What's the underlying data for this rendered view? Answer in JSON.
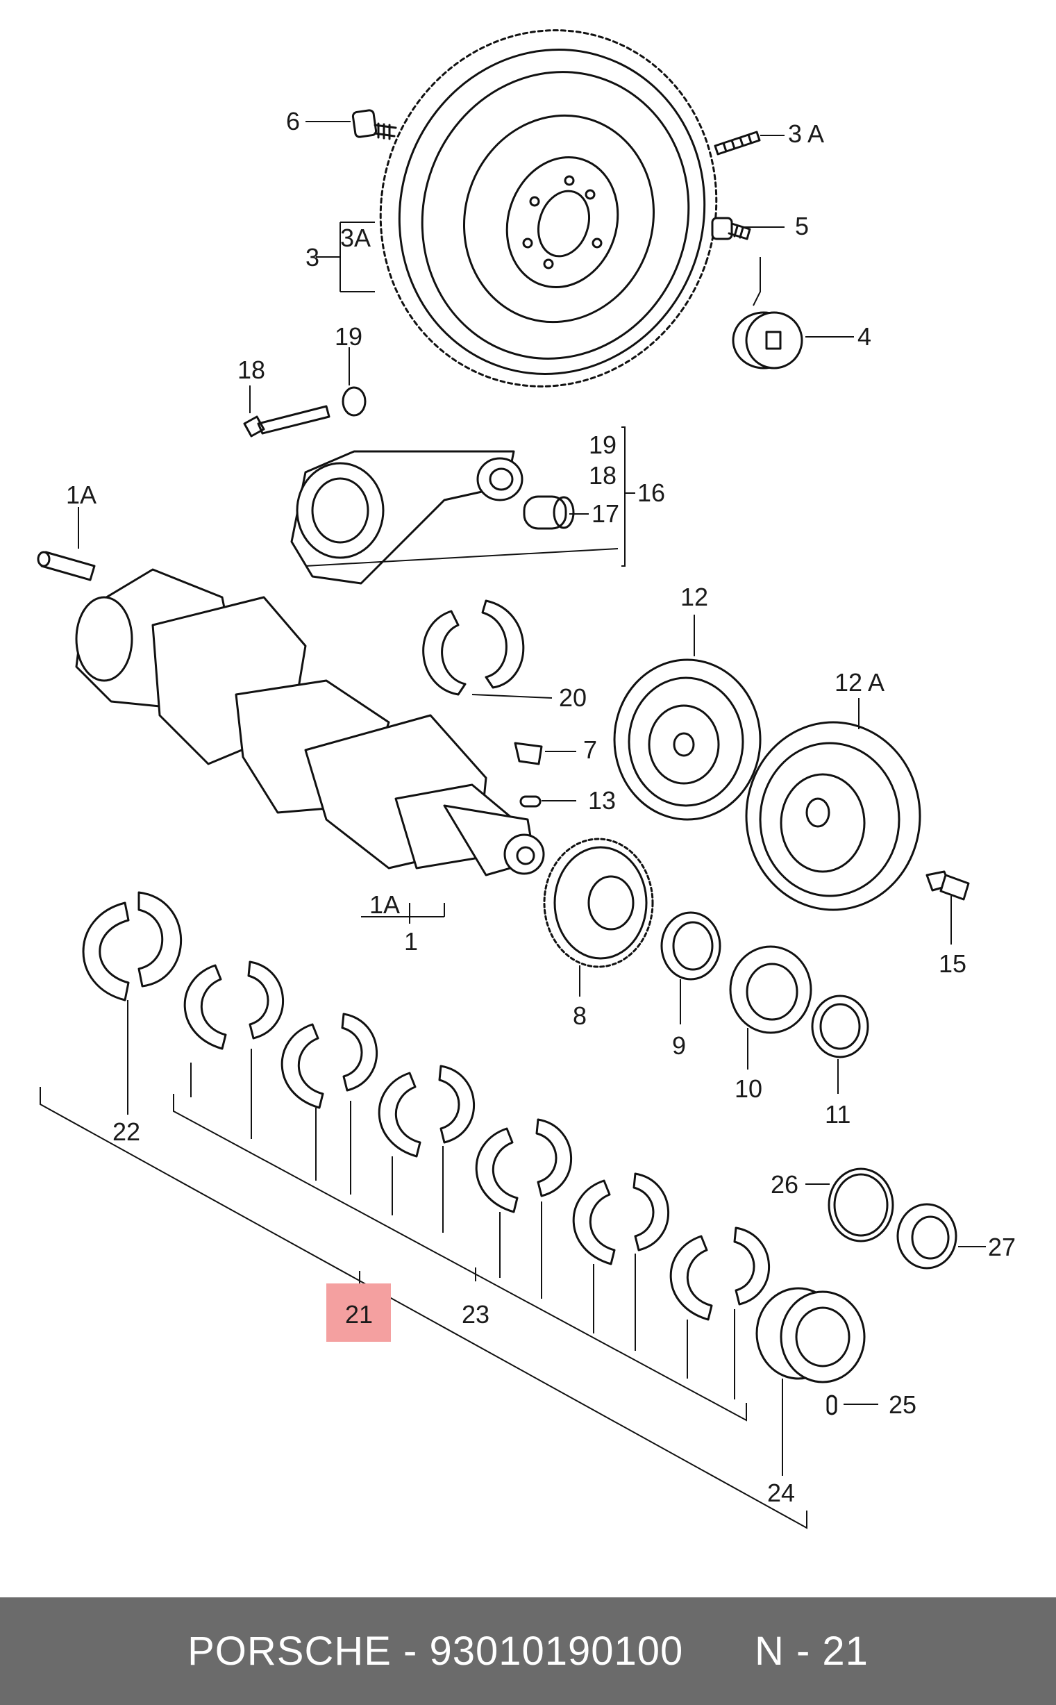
{
  "labels": {
    "p1": "1",
    "p1a_top": "1A",
    "p1a_bottom": "1A",
    "p3": "3",
    "p3a_left": "3A",
    "p3a_right": "3 A",
    "p4": "4",
    "p5": "5",
    "p6": "6",
    "p7": "7",
    "p8": "8",
    "p9": "9",
    "p10": "10",
    "p11": "11",
    "p12": "12",
    "p12a": "12 A",
    "p13": "13",
    "p15": "15",
    "p16": "16",
    "p17": "17",
    "p18_top": "18",
    "p18_stack": "18",
    "p19_top": "19",
    "p19_stack": "19",
    "p20": "20",
    "p21": "21",
    "p22": "22",
    "p23": "23",
    "p24": "24",
    "p25": "25",
    "p26": "26",
    "p27": "27"
  },
  "highlight": {
    "color": "#f4a0a0",
    "part": "21"
  },
  "footer": {
    "text": "PORSCHE - 93010190100      N - 21"
  }
}
